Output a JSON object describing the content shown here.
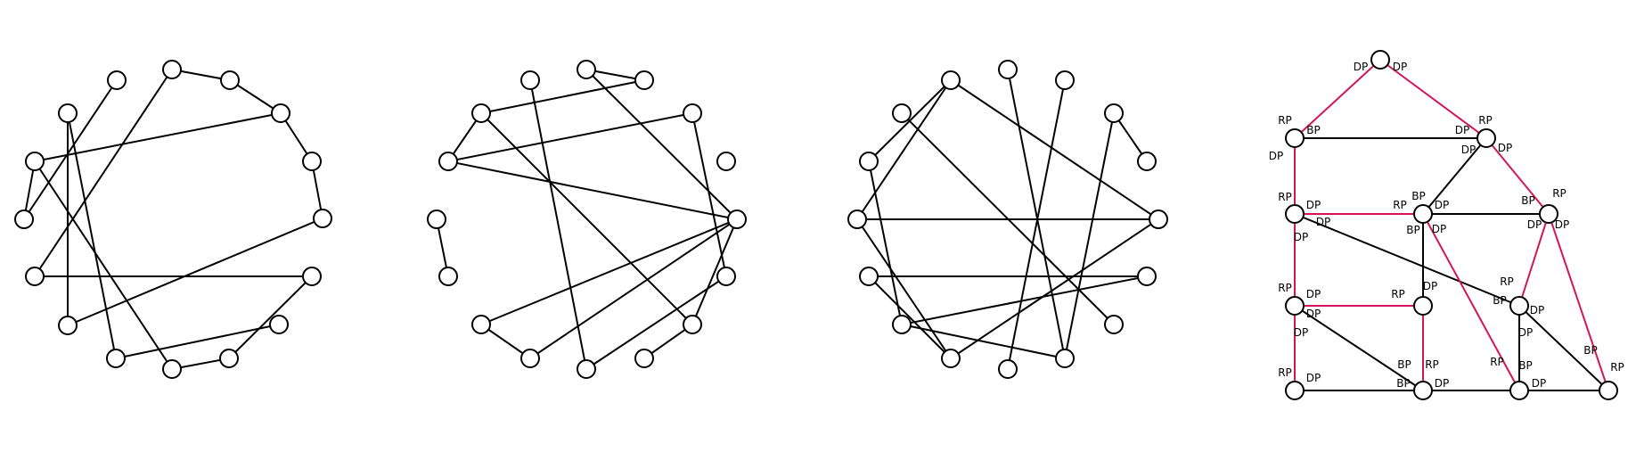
{
  "colors": {
    "edge": "#000000",
    "highlight": "#d4145a",
    "node_fill": "#ffffff"
  },
  "graphs": [
    {
      "id": "ring-1",
      "node_count": 16,
      "edges": [
        [
          0,
          13
        ],
        [
          1,
          2
        ],
        [
          1,
          12
        ],
        [
          2,
          3
        ],
        [
          3,
          4
        ],
        [
          4,
          5
        ],
        [
          5,
          11
        ],
        [
          6,
          8
        ],
        [
          6,
          12
        ],
        [
          7,
          10
        ],
        [
          8,
          9
        ],
        [
          9,
          14
        ],
        [
          10,
          15
        ],
        [
          11,
          15
        ],
        [
          13,
          14
        ],
        [
          14,
          3
        ]
      ]
    },
    {
      "id": "ring-2",
      "node_count": 16,
      "edges": [
        [
          0,
          9
        ],
        [
          1,
          2
        ],
        [
          1,
          5
        ],
        [
          2,
          15
        ],
        [
          3,
          6
        ],
        [
          3,
          14
        ],
        [
          5,
          10
        ],
        [
          5,
          11
        ],
        [
          5,
          7
        ],
        [
          5,
          14
        ],
        [
          6,
          9
        ],
        [
          7,
          8
        ],
        [
          7,
          15
        ],
        [
          10,
          11
        ],
        [
          12,
          13
        ],
        [
          14,
          15
        ]
      ]
    },
    {
      "id": "ring-3",
      "node_count": 16,
      "edges": [
        [
          0,
          5
        ],
        [
          0,
          13
        ],
        [
          0,
          14
        ],
        [
          1,
          8
        ],
        [
          2,
          9
        ],
        [
          3,
          4
        ],
        [
          5,
          10
        ],
        [
          5,
          13
        ],
        [
          6,
          11
        ],
        [
          6,
          12
        ],
        [
          7,
          15
        ],
        [
          8,
          11
        ],
        [
          10,
          12
        ],
        [
          10,
          13
        ],
        [
          11,
          14
        ],
        [
          3,
          8
        ]
      ]
    }
  ],
  "spanning_tree": {
    "nodes": [
      "root",
      "a1",
      "a2",
      "b1",
      "b2",
      "b3",
      "c1",
      "c2",
      "c3",
      "d1",
      "d2",
      "d3",
      "d4"
    ],
    "edges": [
      {
        "from": "root",
        "to": "a1",
        "highlight": true
      },
      {
        "from": "root",
        "to": "a2",
        "highlight": true
      },
      {
        "from": "a1",
        "to": "a2",
        "highlight": false
      },
      {
        "from": "a1",
        "to": "b1",
        "highlight": true
      },
      {
        "from": "a2",
        "to": "b2",
        "highlight": false
      },
      {
        "from": "a2",
        "to": "b3",
        "highlight": true
      },
      {
        "from": "b1",
        "to": "b2",
        "highlight": true
      },
      {
        "from": "b2",
        "to": "b3",
        "highlight": false
      },
      {
        "from": "b1",
        "to": "c3",
        "highlight": false
      },
      {
        "from": "b1",
        "to": "c1",
        "highlight": true
      },
      {
        "from": "b2",
        "to": "c2",
        "highlight": false
      },
      {
        "from": "b2",
        "to": "d3",
        "highlight": true
      },
      {
        "from": "b3",
        "to": "c3",
        "highlight": true
      },
      {
        "from": "b3",
        "to": "d4",
        "highlight": true
      },
      {
        "from": "c1",
        "to": "c2",
        "highlight": true
      },
      {
        "from": "c1",
        "to": "d1",
        "highlight": true
      },
      {
        "from": "c1",
        "to": "d2",
        "highlight": false
      },
      {
        "from": "c2",
        "to": "d2",
        "highlight": true
      },
      {
        "from": "c3",
        "to": "d3",
        "highlight": false
      },
      {
        "from": "c3",
        "to": "d4",
        "highlight": false
      },
      {
        "from": "d1",
        "to": "d2",
        "highlight": false
      },
      {
        "from": "d2",
        "to": "d3",
        "highlight": false
      },
      {
        "from": "d3",
        "to": "d4",
        "highlight": false
      }
    ],
    "labels": [
      {
        "text": "DP",
        "node": "root"
      },
      {
        "text": "DP",
        "node": "root"
      },
      {
        "text": "RP",
        "node": "a1"
      },
      {
        "text": "BP",
        "node": "a1"
      },
      {
        "text": "DP",
        "node": "a1"
      },
      {
        "text": "DP",
        "node": "a2"
      },
      {
        "text": "RP",
        "node": "a2"
      },
      {
        "text": "DP",
        "node": "a2"
      },
      {
        "text": "DP",
        "node": "a2"
      },
      {
        "text": "RP",
        "node": "b1"
      },
      {
        "text": "DP",
        "node": "b1"
      },
      {
        "text": "DP",
        "node": "b1"
      },
      {
        "text": "DP",
        "node": "b1"
      },
      {
        "text": "RP",
        "node": "b2"
      },
      {
        "text": "BP",
        "node": "b2"
      },
      {
        "text": "DP",
        "node": "b2"
      },
      {
        "text": "BP",
        "node": "b2"
      },
      {
        "text": "DP",
        "node": "b2"
      },
      {
        "text": "BP",
        "node": "b3"
      },
      {
        "text": "RP",
        "node": "b3"
      },
      {
        "text": "DP",
        "node": "b3"
      },
      {
        "text": "DP",
        "node": "b3"
      },
      {
        "text": "RP",
        "node": "c1"
      },
      {
        "text": "DP",
        "node": "c1"
      },
      {
        "text": "DP",
        "node": "c1"
      },
      {
        "text": "DP",
        "node": "c1"
      },
      {
        "text": "RP",
        "node": "c2"
      },
      {
        "text": "DP",
        "node": "c2"
      },
      {
        "text": "RP",
        "node": "c3"
      },
      {
        "text": "BP",
        "node": "c3"
      },
      {
        "text": "DP",
        "node": "c3"
      },
      {
        "text": "DP",
        "node": "c3"
      },
      {
        "text": "RP",
        "node": "d1"
      },
      {
        "text": "DP",
        "node": "d1"
      },
      {
        "text": "BP",
        "node": "d2"
      },
      {
        "text": "RP",
        "node": "d2"
      },
      {
        "text": "BP",
        "node": "d2"
      },
      {
        "text": "DP",
        "node": "d2"
      },
      {
        "text": "RP",
        "node": "d3"
      },
      {
        "text": "BP",
        "node": "d3"
      },
      {
        "text": "DP",
        "node": "d3"
      },
      {
        "text": "BP",
        "node": "d4"
      },
      {
        "text": "RP",
        "node": "d4"
      }
    ]
  }
}
